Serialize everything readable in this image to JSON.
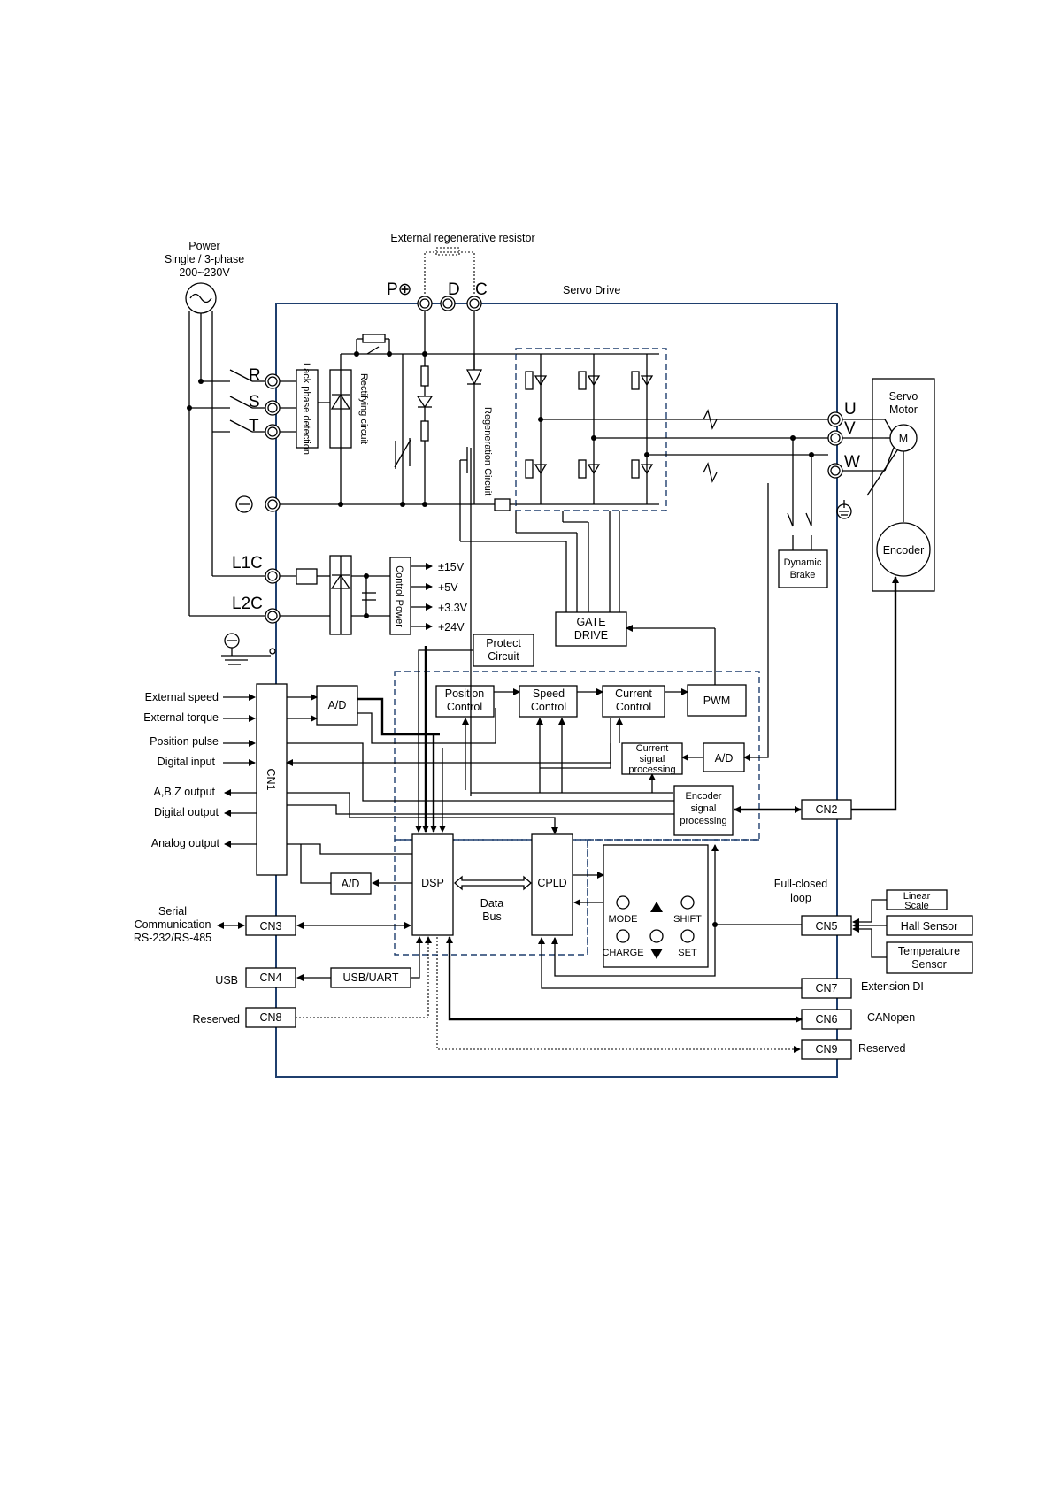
{
  "power": {
    "line1": "Power",
    "line2": "Single / 3-phase",
    "line3": "200~230V"
  },
  "external_resistor": "External regenerative resistor",
  "servo_drive": "Servo Drive",
  "terminals": {
    "p": "P⊕",
    "d": "D",
    "c": "C",
    "r": "R",
    "s": "S",
    "t": "T",
    "minus": "⊖",
    "l1c": "L1C",
    "l2c": "L2C",
    "u": "U",
    "v": "V",
    "w": "W"
  },
  "blocks": {
    "lack_phase": "Lack phase detection",
    "rectifying": "Rectifying circuit",
    "regeneration": "Regeneration Circuit",
    "control_power": "Control Power",
    "protect": [
      "Protect",
      "Circuit"
    ],
    "gate_drive": [
      "GATE",
      "DRIVE"
    ],
    "ad": "A/D",
    "position_control": [
      "Position",
      "Control"
    ],
    "speed_control": [
      "Speed",
      "Control"
    ],
    "current_control": [
      "Current",
      "Control"
    ],
    "pwm": "PWM",
    "current_signal": [
      "Current",
      "signal",
      "processing"
    ],
    "encoder_signal": [
      "Encoder",
      "signal",
      "processing"
    ],
    "dsp": "DSP",
    "cpld": "CPLD",
    "data_bus": [
      "Data",
      "Bus"
    ],
    "usb_uart": "USB/UART",
    "dynamic_brake": [
      "Dynamic",
      "Brake"
    ],
    "servo_motor": [
      "Servo",
      "Motor"
    ],
    "motor_m": "M",
    "encoder": "Encoder"
  },
  "voltages": [
    "±15V",
    "+5V",
    "+3.3V",
    "+24V"
  ],
  "inputs": [
    "External speed",
    "External torque",
    "Position pulse",
    "Digital input",
    "A,B,Z output",
    "Digital output",
    "Analog output"
  ],
  "connectors": {
    "cn1": "CN1",
    "cn2": "CN2",
    "cn3": "CN3",
    "cn4": "CN4",
    "cn5": "CN5",
    "cn6": "CN6",
    "cn7": "CN7",
    "cn8": "CN8",
    "cn9": "CN9"
  },
  "serial": [
    "Serial",
    "Communication",
    "RS-232/RS-485"
  ],
  "usb": "USB",
  "reserved": "Reserved",
  "keypad": {
    "mode": "MODE",
    "shift": "SHIFT",
    "charge": "CHARGE",
    "set": "SET"
  },
  "full_closed": [
    "Full-closed",
    "loop"
  ],
  "sensors": {
    "linear": [
      "Linear",
      "Scale"
    ],
    "hall": "Hall Sensor",
    "temperature": [
      "Temperature",
      "Sensor"
    ]
  },
  "extension_di": "Extension DI",
  "canopen": "CANopen",
  "reserved2": "Reserved"
}
